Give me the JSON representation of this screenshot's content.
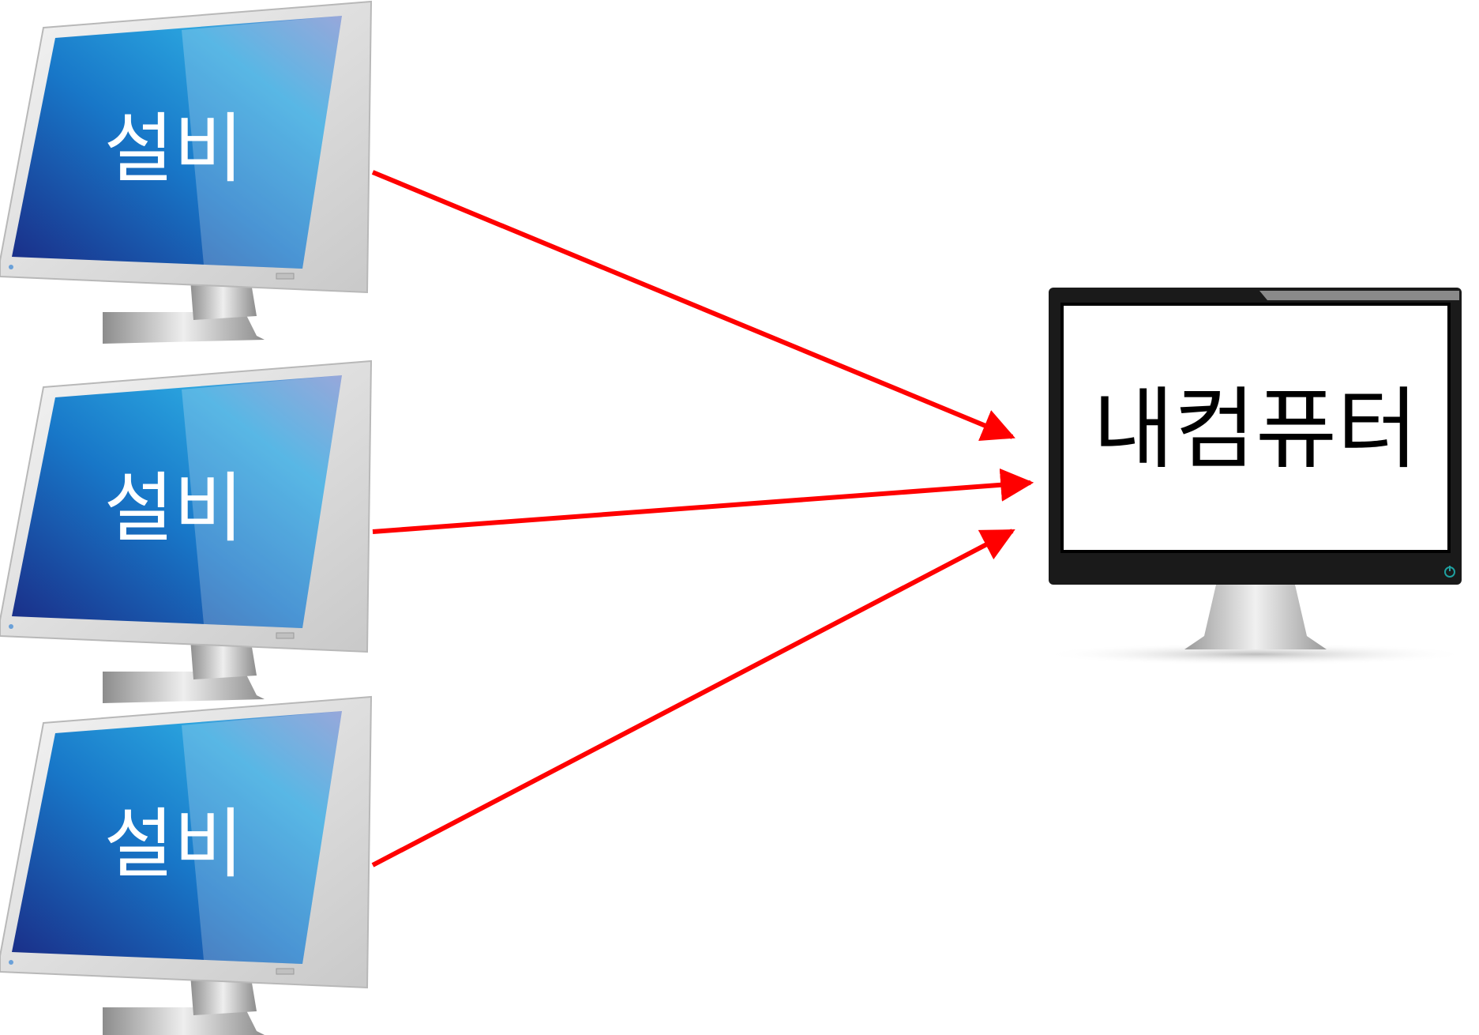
{
  "devices": [
    {
      "label": "설비"
    },
    {
      "label": "설비"
    },
    {
      "label": "설비"
    }
  ],
  "target": {
    "label": "내컴퓨터"
  },
  "colors": {
    "arrow": "#ff0000",
    "device_screen_dark": "#1a2f8a",
    "device_screen_light": "#1fa4e0",
    "device_bezel": "#d9d9d9",
    "target_bezel": "#1a1a1a",
    "target_screen": "#ffffff"
  },
  "icons": [
    "monitor-icon",
    "power-icon"
  ]
}
